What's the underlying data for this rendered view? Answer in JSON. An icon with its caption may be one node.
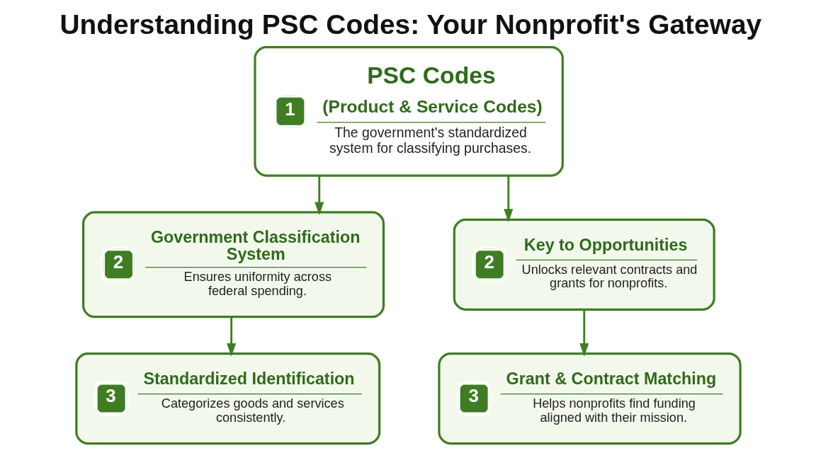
{
  "diagram": {
    "title": "Understanding PSC Codes: Your Nonprofit's Gateway",
    "nodes": [
      {
        "text": [
          "1",
          "PSC Codes",
          "(Product & Service Codes)",
          "The government's standardized system for classifying purchases."
        ]
      },
      {
        "text": [
          "2",
          "Government Classification System",
          "Ensures uniformity across federal spending."
        ]
      },
      {
        "text": [
          "2",
          "Key to Opportunities",
          "Unlocks relevant contracts and grants for nonprofits."
        ]
      },
      {
        "text": [
          "3",
          "Standardized Identification",
          "Categorizes goods and services consistently."
        ]
      },
      {
        "text": [
          "3",
          "Grant & Contract Matching",
          "Helps nonprofits find funding aligned with their mission."
        ]
      }
    ],
    "edges": [
      {
        "from": 0,
        "to": 1,
        "arrow": "to"
      },
      {
        "from": 0,
        "to": 2,
        "arrow": "to"
      },
      {
        "from": 1,
        "to": 3,
        "arrow": "to"
      },
      {
        "from": 2,
        "to": 4,
        "arrow": "to"
      }
    ]
  }
}
